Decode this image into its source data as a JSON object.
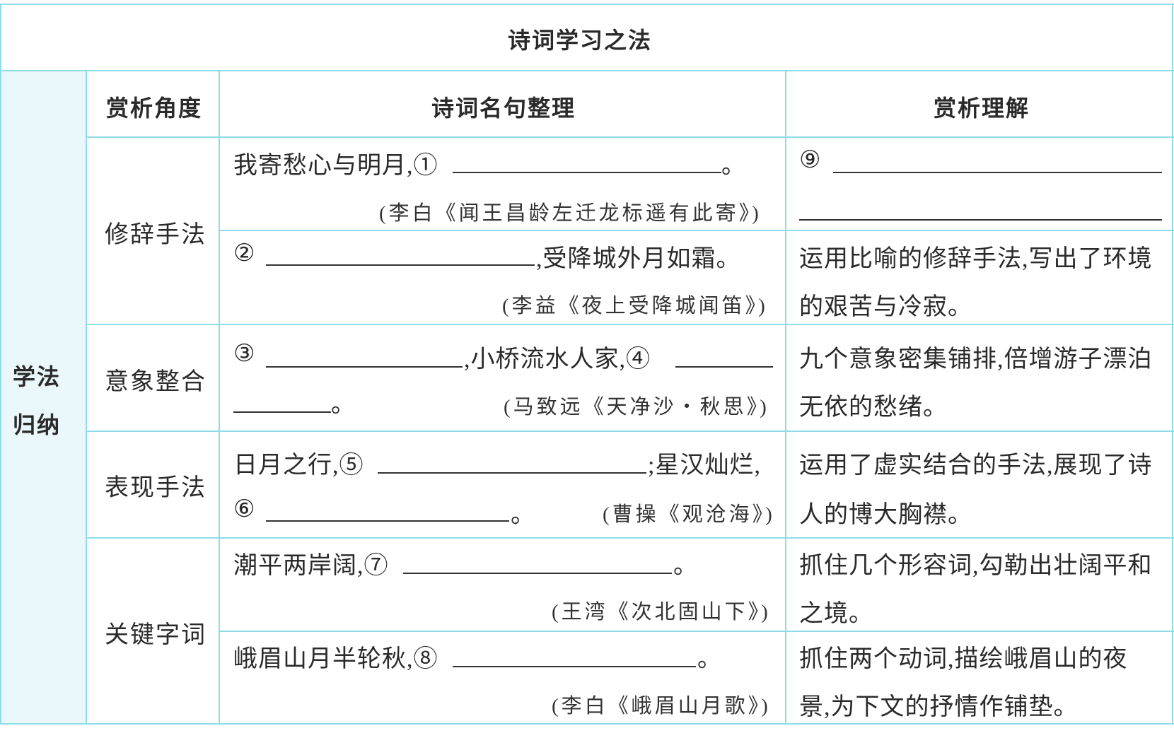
{
  "title": "诗词学习之法",
  "side_label_line1": "学法",
  "side_label_line2": "归纳",
  "headers": {
    "angle": "赏析角度",
    "verses": "诗词名句整理",
    "appreciation": "赏析理解"
  },
  "categories": {
    "rhetoric": "修辞手法",
    "imagery": "意象整合",
    "expression": "表现手法",
    "keywords": "关键字词"
  },
  "rows": {
    "r1": {
      "verse_pre": "我寄愁心与明月,①",
      "verse_end": "。",
      "source": "(李白《闻王昌龄左迁龙标遥有此寄》)",
      "appreciation_marker": "⑨"
    },
    "r2": {
      "verse_marker": "②",
      "verse_post": ",受降城外月如霜。",
      "source": "(李益《夜上受降城闻笛》)",
      "appreciation_line1": "运用比喻的修辞手法,写出了环境",
      "appreciation_line2": "的艰苦与冷寂。"
    },
    "r3": {
      "verse_marker1": "③",
      "verse_mid": ",小桥流水人家,④",
      "verse_end": "。",
      "source": "(马致远《天净沙・秋思》)",
      "appreciation_line1": "九个意象密集铺排,倍增游子漂泊",
      "appreciation_line2": "无依的愁绪。"
    },
    "r4": {
      "verse_pre": "日月之行,⑤",
      "verse_mid": ";星汉灿烂,",
      "verse_marker2": "⑥",
      "verse_end": "。",
      "source": "(曹操《观沧海》)",
      "appreciation_line1": "运用了虚实结合的手法,展现了诗",
      "appreciation_line2": "人的博大胸襟。"
    },
    "r5": {
      "verse_pre": "潮平两岸阔,⑦",
      "verse_end": "。",
      "source": "(王湾《次北固山下》)",
      "appreciation_line1": "抓住几个形容词,勾勒出壮阔平和",
      "appreciation_line2": "之境。"
    },
    "r6": {
      "verse_pre": "峨眉山月半轮秋,⑧",
      "verse_end": "。",
      "source": "(李白《峨眉山月歌》)",
      "appreciation_line1": "抓住两个动词,描绘峨眉山的夜",
      "appreciation_line2": "景,为下文的抒情作铺垫。"
    }
  }
}
